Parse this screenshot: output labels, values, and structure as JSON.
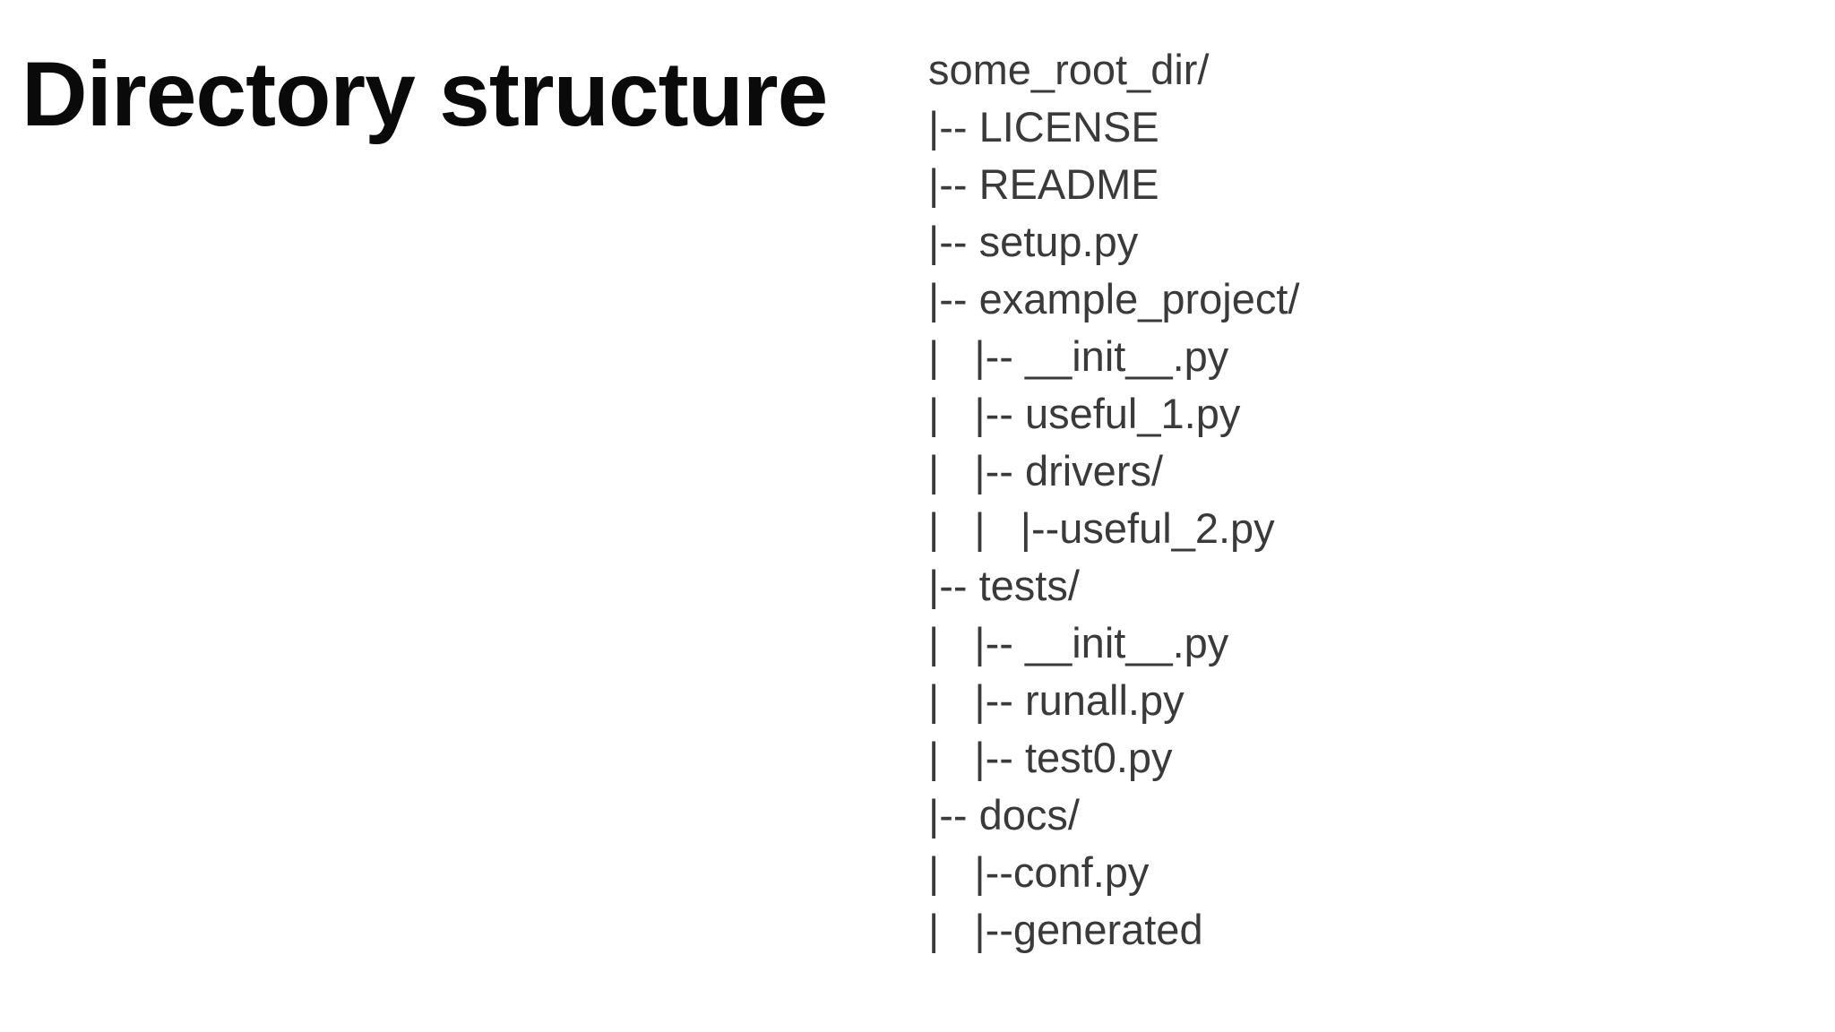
{
  "slide": {
    "title": "Directory structure"
  },
  "directory_tree": {
    "lines": [
      "some_root_dir/",
      "|-- LICENSE",
      "|-- README",
      "|-- setup.py",
      "|-- example_project/",
      "|   |-- __init__.py",
      "|   |-- useful_1.py",
      "|   |-- drivers/",
      "|   |   |--useful_2.py",
      "|-- tests/",
      "|   |-- __init__.py",
      "|   |-- runall.py",
      "|   |-- test0.py",
      "|-- docs/",
      "|   |--conf.py",
      "|   |--generated"
    ]
  },
  "colors": {
    "background": "#ffffff",
    "title_text": "#0a0a0a",
    "tree_text": "#3a3a3a"
  }
}
